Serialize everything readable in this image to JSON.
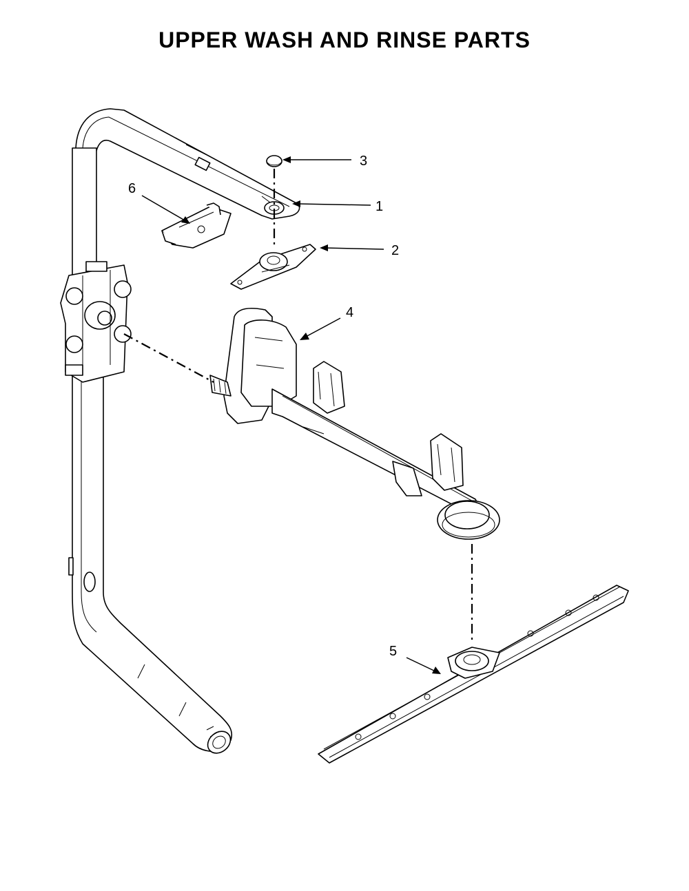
{
  "title": "UPPER WASH AND RINSE PARTS",
  "callouts": [
    {
      "id": "1",
      "label": "1"
    },
    {
      "id": "2",
      "label": "2"
    },
    {
      "id": "3",
      "label": "3"
    },
    {
      "id": "4",
      "label": "4"
    },
    {
      "id": "5",
      "label": "5"
    },
    {
      "id": "6",
      "label": "6"
    }
  ]
}
